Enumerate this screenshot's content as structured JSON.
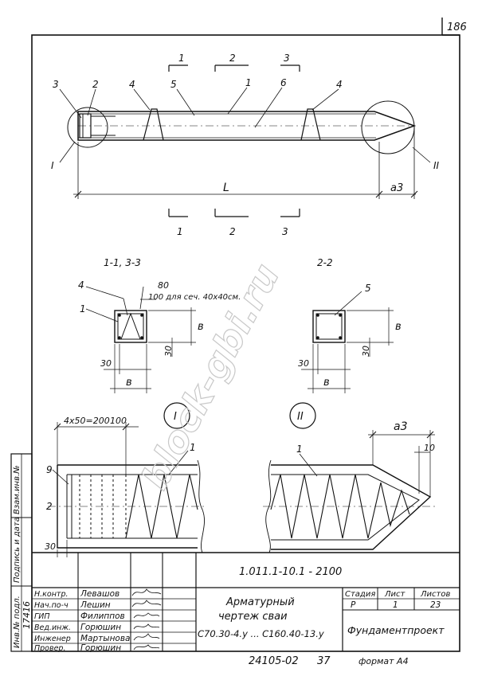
{
  "sheet": {
    "number": "186",
    "doc_code": "1.011.1-10.1 - 2100",
    "archive_no": "24105-02",
    "page": "37",
    "format": "формат А4"
  },
  "watermark": "block-gbi.ru",
  "side_stamp": {
    "col1": "Взам.инв.№",
    "col2": "Подпись и дата",
    "col3": "Инв.№ подл.",
    "inv_no": "17416"
  },
  "main_view": {
    "section_marks": [
      "1",
      "2",
      "3"
    ],
    "callouts": [
      "3",
      "2",
      "4",
      "5",
      "1",
      "6",
      "4"
    ],
    "nodes": [
      "I",
      "II"
    ],
    "dim_length": "L",
    "dim_tip": "a3"
  },
  "sections": {
    "left": {
      "title": "1-1, 3-3",
      "callouts": [
        "4",
        "1"
      ],
      "dim_80": "80",
      "note": "100 для сеч. 40х40см.",
      "dim_30_v": "30",
      "dim_30_h": "30",
      "dim_b_h": "в",
      "dim_b_v": "в"
    },
    "right": {
      "title": "2-2",
      "callouts": [
        "5"
      ],
      "dim_30_v": "30",
      "dim_30_h": "30",
      "dim_b_h": "в",
      "dim_b_v": "в"
    }
  },
  "details": {
    "left": {
      "label": "I",
      "spacing": "4х50=200",
      "dim_100": "100",
      "callouts": [
        "1",
        "9"
      ],
      "section": "2",
      "dim_30": "30"
    },
    "right": {
      "label": "II",
      "dim_tip": "a3",
      "dim_10": "10",
      "callouts": [
        "1"
      ]
    }
  },
  "title_block": {
    "rows": [
      {
        "role": "Н.контр.",
        "name": "Левашов"
      },
      {
        "role": "Нач.по-ч",
        "name": "Лешин"
      },
      {
        "role": "ГИП",
        "name": "Филиппов"
      },
      {
        "role": "Вед.инж.",
        "name": "Горюшин"
      },
      {
        "role": "Инженер",
        "name": "Мартынова"
      },
      {
        "role": "Провер.",
        "name": "Горюшин"
      }
    ],
    "title_lines": [
      "Арматурный",
      "чертеж сваи",
      "С70.30-4.у ... С160.40-13.у"
    ],
    "stage_header": "Стадия",
    "sheet_header": "Лист",
    "sheets_header": "Листов",
    "stage": "Р",
    "sheet": "1",
    "sheets": "23",
    "org": "Фундаментпроект"
  }
}
